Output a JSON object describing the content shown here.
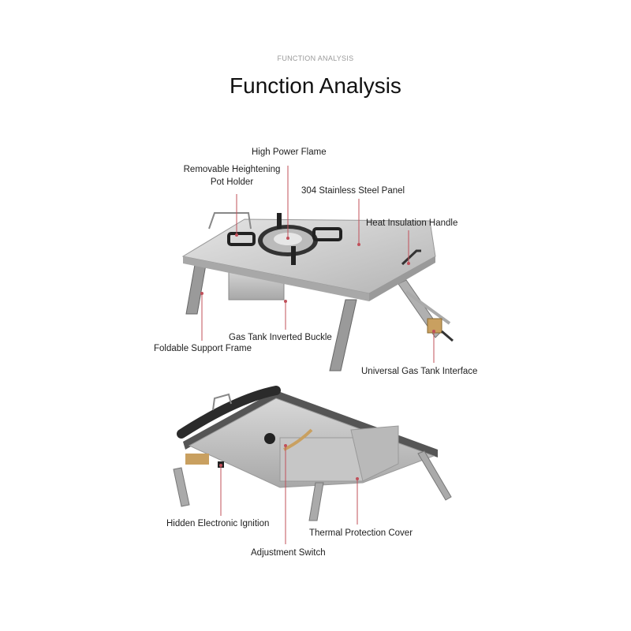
{
  "header": {
    "subtitle": "FUNCTION ANALYSIS",
    "title": "Function Analysis"
  },
  "top_view": {
    "labels": {
      "high_power_flame": "High Power Flame",
      "pot_holder_line1": "Removable Heightening",
      "pot_holder_line2": "Pot Holder",
      "steel_panel": "304 Stainless Steel Panel",
      "handle": "Heat Insulation Handle",
      "buckle": "Gas Tank Inverted Buckle",
      "support_frame": "Foldable Support Frame",
      "gas_interface": "Universal Gas Tank Interface"
    }
  },
  "bottom_view": {
    "labels": {
      "ignition": "Hidden Electronic Ignition",
      "adjustment": "Adjustment Switch",
      "thermal_cover": "Thermal Protection Cover"
    }
  },
  "colors": {
    "leader_line": "#c0505a",
    "steel": "#c9c9c9",
    "brass": "#c9a060"
  }
}
